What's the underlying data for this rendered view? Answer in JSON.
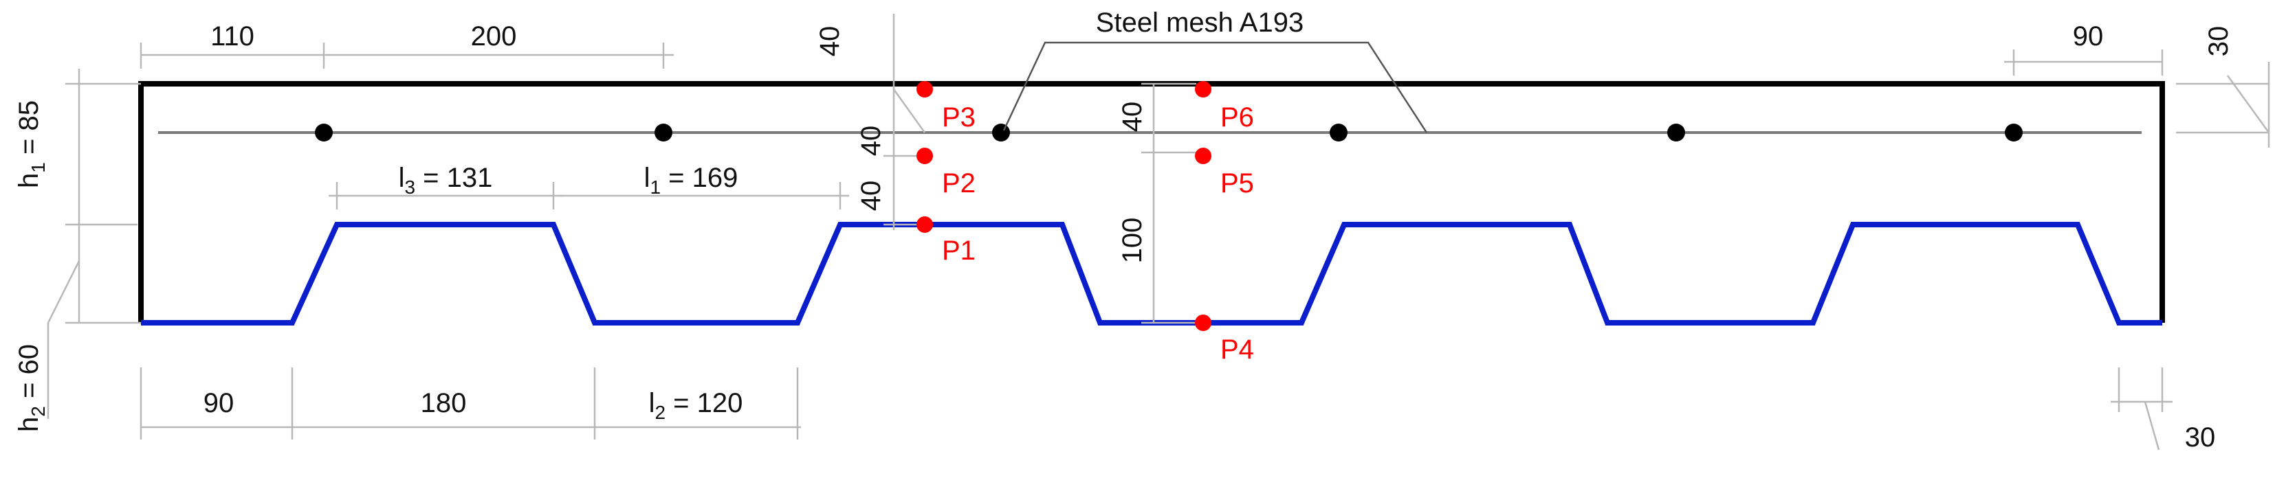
{
  "colors": {
    "slab_outline": "#000000",
    "deck_profile": "#0a1ecc",
    "points": "#ff0000",
    "mesh_line": "#7a7a7a",
    "rebar": "#000000",
    "dimension_lines": "#b8b8b8"
  },
  "labels": {
    "mesh": "Steel mesh A193",
    "h1_main": "h",
    "h1_sub": "1",
    "h1_val": " = 85",
    "h2_main": "h",
    "h2_sub": "2",
    "h2_val": " = 60",
    "l1_main": "l",
    "l1_sub": "1",
    "l1_val": " = 169",
    "l2_main": "l",
    "l2_sub": "2",
    "l2_val": " = 120",
    "l3_main": "l",
    "l3_sub": "3",
    "l3_val": " = 131"
  },
  "dimensions": {
    "top_left_a": "110",
    "top_left_b": "200",
    "top_right": "90",
    "cover_right": "30",
    "bottom_left_a": "90",
    "bottom_left_b": "180",
    "bottom_right": "30",
    "vertical_p3_p2": "40",
    "vertical_p2_p1": "40",
    "vertical_top_cover": "40",
    "vertical_p6_p5": "40",
    "vertical_p5_p4": "100"
  },
  "points": [
    "P1",
    "P2",
    "P3",
    "P4",
    "P5",
    "P6"
  ]
}
